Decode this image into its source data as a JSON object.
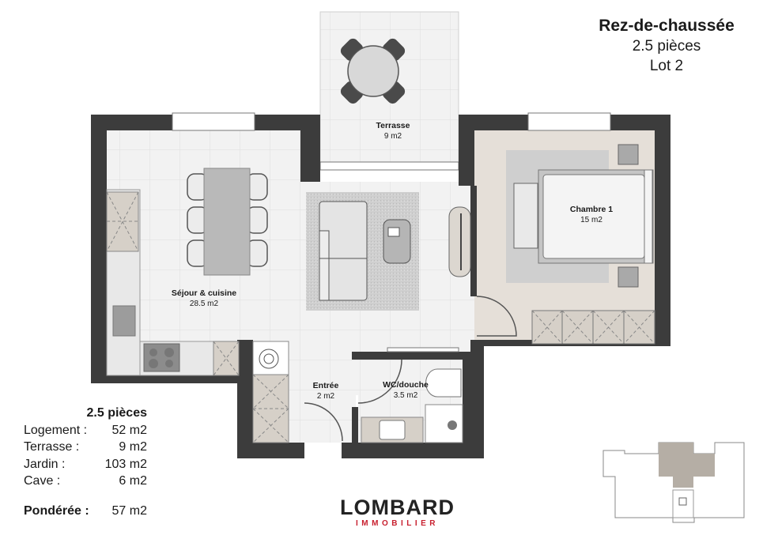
{
  "header": {
    "level": "Rez-de-chaussée",
    "rooms": "2.5 pièces",
    "lot": "Lot 2"
  },
  "rooms": {
    "terrasse": {
      "name": "Terrasse",
      "area": "9 m2"
    },
    "sejour": {
      "name": "Séjour & cuisine",
      "area": "28.5 m2"
    },
    "chambre": {
      "name": "Chambre 1",
      "area": "15 m2"
    },
    "entree": {
      "name": "Entrée",
      "area": "2 m2"
    },
    "wc": {
      "name": "WC/douche",
      "area": "3.5 m2"
    }
  },
  "summary": {
    "title": "2.5 pièces",
    "rows": [
      {
        "label": "Logement :",
        "value": "52 m2"
      },
      {
        "label": "Terrasse :",
        "value": "9 m2"
      },
      {
        "label": "Jardin :",
        "value": "103 m2"
      },
      {
        "label": "Cave :",
        "value": "6 m2"
      }
    ],
    "weighted": {
      "label": "Pondérée :",
      "value": "57 m2"
    }
  },
  "logo": {
    "main": "LOMBARD",
    "sub": "IMMOBILIER"
  },
  "colors": {
    "wall": "#3c3c3c",
    "floor_tile": "#f1f1f1",
    "floor_wood": "#e3ddd6",
    "furniture": "#b9b9b9",
    "key_highlight": "#b5aea5",
    "brand_red": "#c8202f"
  }
}
